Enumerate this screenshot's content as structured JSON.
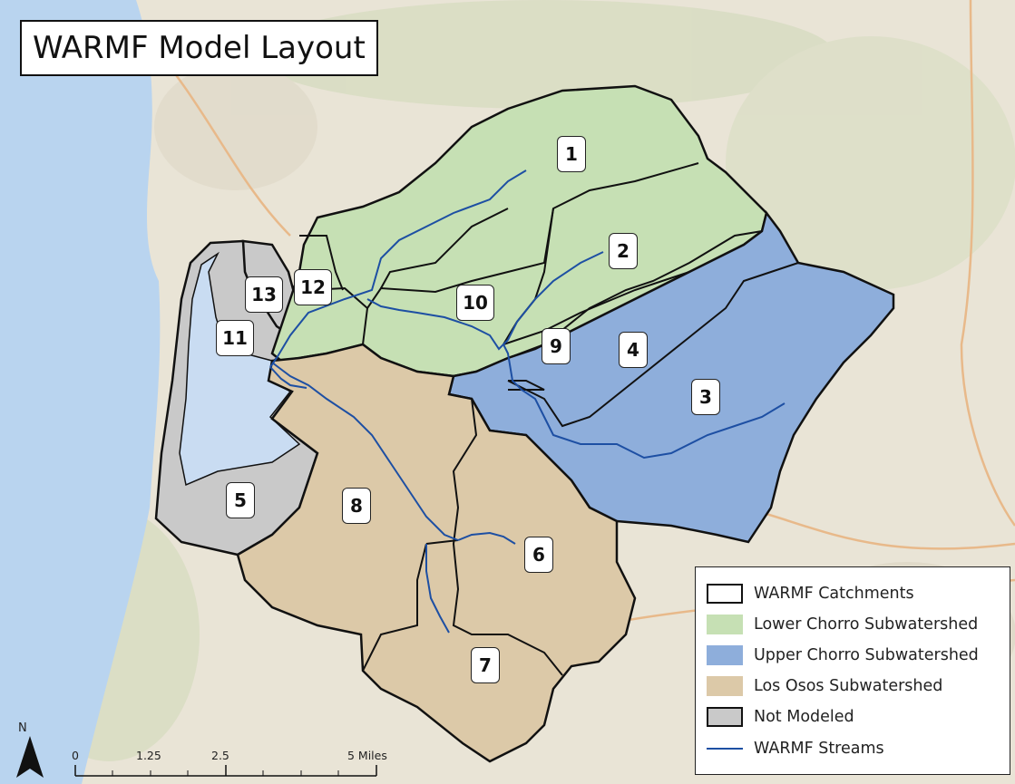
{
  "title": "WARMF Model Layout",
  "legend": {
    "items": [
      {
        "label": "WARMF Catchments",
        "kind": "outline",
        "color": "#ffffff"
      },
      {
        "label": "Lower Chorro Subwatershed",
        "kind": "fill",
        "color": "#c6e0b4"
      },
      {
        "label": "Upper Chorro Subwatershed",
        "kind": "fill",
        "color": "#8eaedb"
      },
      {
        "label": "Los Osos Subwatershed",
        "kind": "fill",
        "color": "#dcc9a8"
      },
      {
        "label": "Not Modeled",
        "kind": "fill",
        "color": "#c9c9c9"
      },
      {
        "label": "WARMF Streams",
        "kind": "line",
        "color": "#1d4fa3"
      }
    ]
  },
  "catchment_labels": [
    "1",
    "2",
    "3",
    "4",
    "5",
    "6",
    "7",
    "8",
    "9",
    "10",
    "11",
    "12",
    "13"
  ],
  "scale_bar": {
    "ticks": [
      "0",
      "1.25",
      "2.5",
      "5 Miles"
    ]
  },
  "north_arrow": {
    "letter": "N",
    "icon": "north-arrow-icon"
  },
  "colors": {
    "water": "#b9d4ef",
    "land": "#e9e4d6",
    "stream": "#1d4fa3"
  }
}
